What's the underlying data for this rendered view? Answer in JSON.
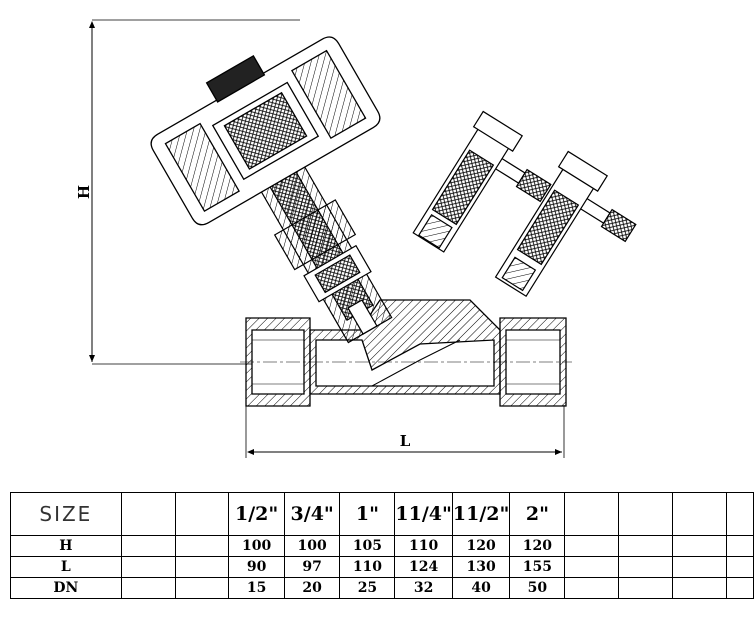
{
  "drawing": {
    "dimension_h": "H",
    "dimension_l": "L"
  },
  "table": {
    "header": [
      "SIZE",
      "",
      "",
      "1/2\"",
      "3/4\"",
      "1\"",
      "11/4\"",
      "11/2\"",
      "2\"",
      "",
      "",
      "",
      ""
    ],
    "rows": [
      [
        "H",
        "",
        "",
        "100",
        "100",
        "105",
        "110",
        "120",
        "120",
        "",
        "",
        "",
        ""
      ],
      [
        "L",
        "",
        "",
        "90",
        "97",
        "110",
        "124",
        "130",
        "155",
        "",
        "",
        "",
        ""
      ],
      [
        "DN",
        "",
        "",
        "15",
        "20",
        "25",
        "32",
        "40",
        "50",
        "",
        "",
        "",
        ""
      ]
    ]
  }
}
